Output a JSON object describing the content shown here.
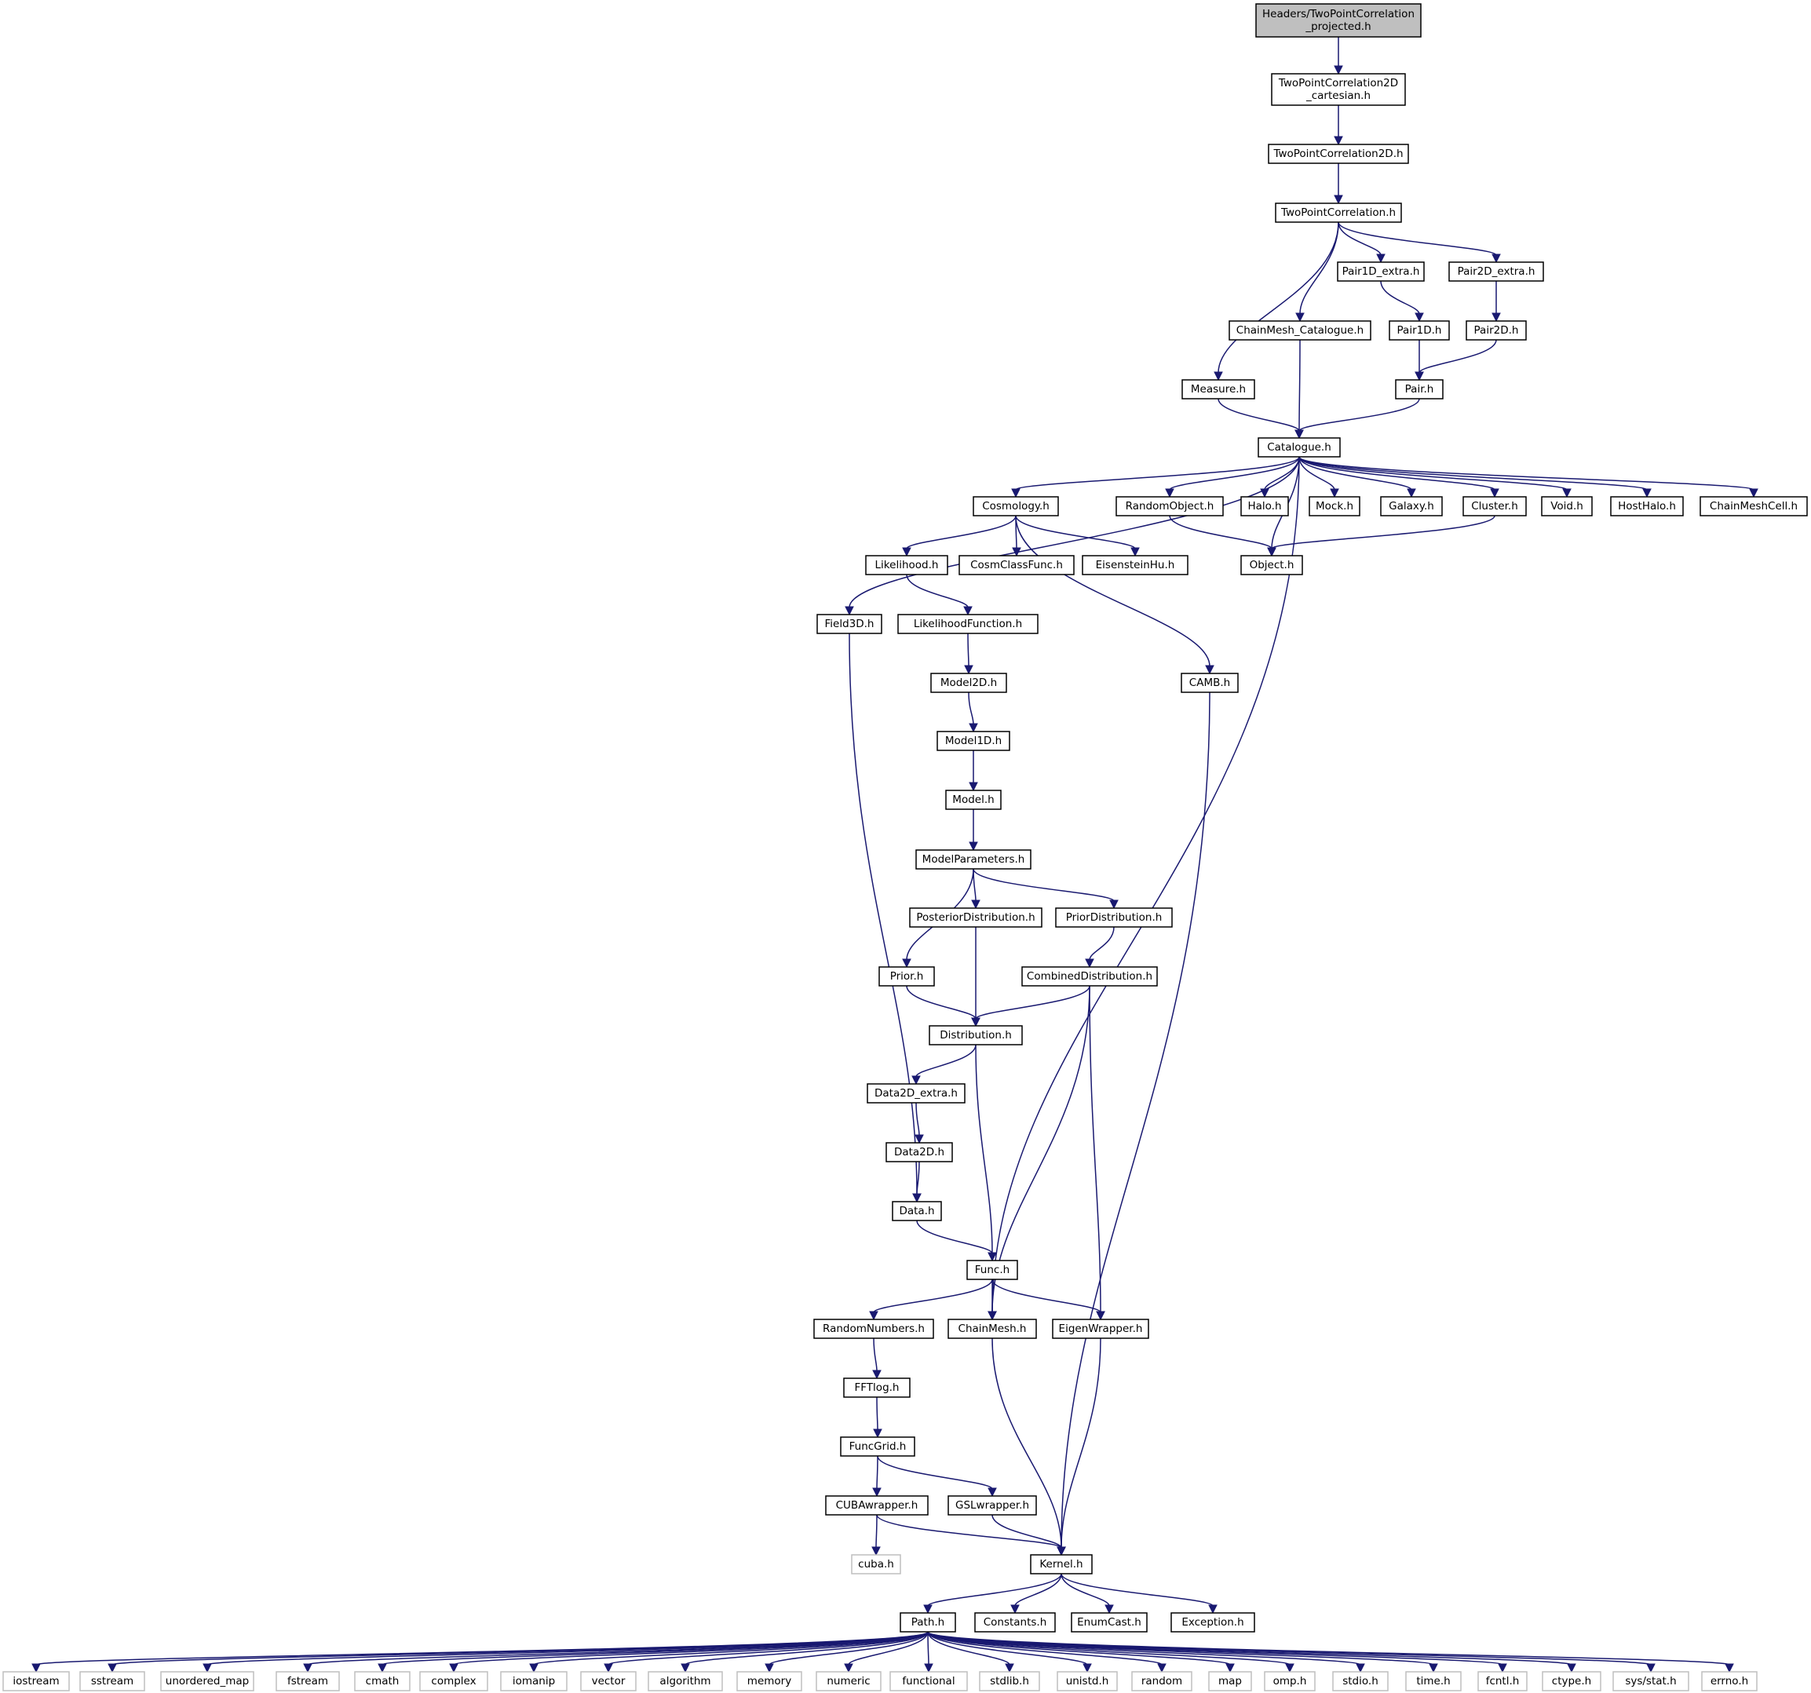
{
  "graph": {
    "root": "Headers/TwoPointCorrelation_projected.h",
    "nodes": [
      {
        "id": "root",
        "label": "Headers/TwoPointCorrelation\n_projected.h",
        "kind": "root"
      },
      {
        "id": "tpc2dc",
        "label": "TwoPointCorrelation2D\n_cartesian.h"
      },
      {
        "id": "tpc2d",
        "label": "TwoPointCorrelation2D.h"
      },
      {
        "id": "tpc",
        "label": "TwoPointCorrelation.h"
      },
      {
        "id": "p1dx",
        "label": "Pair1D_extra.h"
      },
      {
        "id": "p2dx",
        "label": "Pair2D_extra.h"
      },
      {
        "id": "cmcat",
        "label": "ChainMesh_Catalogue.h"
      },
      {
        "id": "p1d",
        "label": "Pair1D.h"
      },
      {
        "id": "p2d",
        "label": "Pair2D.h"
      },
      {
        "id": "measure",
        "label": "Measure.h"
      },
      {
        "id": "pair",
        "label": "Pair.h"
      },
      {
        "id": "catalogue",
        "label": "Catalogue.h"
      },
      {
        "id": "cosmology",
        "label": "Cosmology.h"
      },
      {
        "id": "randobj",
        "label": "RandomObject.h"
      },
      {
        "id": "halo",
        "label": "Halo.h"
      },
      {
        "id": "mock",
        "label": "Mock.h"
      },
      {
        "id": "galaxy",
        "label": "Galaxy.h"
      },
      {
        "id": "cluster",
        "label": "Cluster.h"
      },
      {
        "id": "void",
        "label": "Void.h"
      },
      {
        "id": "hosthalo",
        "label": "HostHalo.h"
      },
      {
        "id": "cmcell",
        "label": "ChainMeshCell.h"
      },
      {
        "id": "likelihood",
        "label": "Likelihood.h"
      },
      {
        "id": "cosmclass",
        "label": "CosmClassFunc.h"
      },
      {
        "id": "eisenstein",
        "label": "EisensteinHu.h"
      },
      {
        "id": "object",
        "label": "Object.h"
      },
      {
        "id": "field3d",
        "label": "Field3D.h"
      },
      {
        "id": "likefunc",
        "label": "LikelihoodFunction.h"
      },
      {
        "id": "camb",
        "label": "CAMB.h"
      },
      {
        "id": "model2d",
        "label": "Model2D.h"
      },
      {
        "id": "model1d",
        "label": "Model1D.h"
      },
      {
        "id": "model",
        "label": "Model.h"
      },
      {
        "id": "modelparams",
        "label": "ModelParameters.h"
      },
      {
        "id": "posterior",
        "label": "PosteriorDistribution.h"
      },
      {
        "id": "priordist",
        "label": "PriorDistribution.h"
      },
      {
        "id": "prior",
        "label": "Prior.h"
      },
      {
        "id": "combdist",
        "label": "CombinedDistribution.h"
      },
      {
        "id": "distribution",
        "label": "Distribution.h"
      },
      {
        "id": "data2dx",
        "label": "Data2D_extra.h"
      },
      {
        "id": "data2d",
        "label": "Data2D.h"
      },
      {
        "id": "data",
        "label": "Data.h"
      },
      {
        "id": "func",
        "label": "Func.h"
      },
      {
        "id": "randnum",
        "label": "RandomNumbers.h"
      },
      {
        "id": "chainmesh",
        "label": "ChainMesh.h"
      },
      {
        "id": "eigen",
        "label": "EigenWrapper.h"
      },
      {
        "id": "fftlog",
        "label": "FFTlog.h"
      },
      {
        "id": "funcgrid",
        "label": "FuncGrid.h"
      },
      {
        "id": "cuba",
        "label": "CUBAwrapper.h"
      },
      {
        "id": "gsl",
        "label": "GSLwrapper.h"
      },
      {
        "id": "cubah",
        "label": "cuba.h",
        "kind": "ext"
      },
      {
        "id": "kernel",
        "label": "Kernel.h"
      },
      {
        "id": "path",
        "label": "Path.h"
      },
      {
        "id": "constants",
        "label": "Constants.h"
      },
      {
        "id": "enumcast",
        "label": "EnumCast.h"
      },
      {
        "id": "exception",
        "label": "Exception.h"
      },
      {
        "id": "iostream",
        "label": "iostream",
        "kind": "ext"
      },
      {
        "id": "sstream",
        "label": "sstream",
        "kind": "ext"
      },
      {
        "id": "umap",
        "label": "unordered_map",
        "kind": "ext"
      },
      {
        "id": "fstream",
        "label": "fstream",
        "kind": "ext"
      },
      {
        "id": "cmath",
        "label": "cmath",
        "kind": "ext"
      },
      {
        "id": "complex",
        "label": "complex",
        "kind": "ext"
      },
      {
        "id": "iomanip",
        "label": "iomanip",
        "kind": "ext"
      },
      {
        "id": "vector",
        "label": "vector",
        "kind": "ext"
      },
      {
        "id": "algorithm",
        "label": "algorithm",
        "kind": "ext"
      },
      {
        "id": "memory",
        "label": "memory",
        "kind": "ext"
      },
      {
        "id": "numeric",
        "label": "numeric",
        "kind": "ext"
      },
      {
        "id": "functional",
        "label": "functional",
        "kind": "ext"
      },
      {
        "id": "stdlib",
        "label": "stdlib.h",
        "kind": "ext"
      },
      {
        "id": "unistd",
        "label": "unistd.h",
        "kind": "ext"
      },
      {
        "id": "random",
        "label": "random",
        "kind": "ext"
      },
      {
        "id": "map",
        "label": "map",
        "kind": "ext"
      },
      {
        "id": "omp",
        "label": "omp.h",
        "kind": "ext"
      },
      {
        "id": "stdio",
        "label": "stdio.h",
        "kind": "ext"
      },
      {
        "id": "time",
        "label": "time.h",
        "kind": "ext"
      },
      {
        "id": "fcntl",
        "label": "fcntl.h",
        "kind": "ext"
      },
      {
        "id": "ctype",
        "label": "ctype.h",
        "kind": "ext"
      },
      {
        "id": "sysstat",
        "label": "sys/stat.h",
        "kind": "ext"
      },
      {
        "id": "errno",
        "label": "errno.h",
        "kind": "ext"
      }
    ],
    "edges": [
      [
        "root",
        "tpc2dc"
      ],
      [
        "tpc2dc",
        "tpc2d"
      ],
      [
        "tpc2d",
        "tpc"
      ],
      [
        "tpc",
        "p1dx"
      ],
      [
        "tpc",
        "p2dx"
      ],
      [
        "tpc",
        "cmcat"
      ],
      [
        "tpc",
        "measure"
      ],
      [
        "p1dx",
        "p1d"
      ],
      [
        "p2dx",
        "p2d"
      ],
      [
        "p1d",
        "pair"
      ],
      [
        "p2d",
        "pair"
      ],
      [
        "cmcat",
        "catalogue"
      ],
      [
        "measure",
        "catalogue"
      ],
      [
        "pair",
        "catalogue"
      ],
      [
        "catalogue",
        "cosmology"
      ],
      [
        "catalogue",
        "randobj"
      ],
      [
        "catalogue",
        "halo"
      ],
      [
        "catalogue",
        "mock"
      ],
      [
        "catalogue",
        "galaxy"
      ],
      [
        "catalogue",
        "cluster"
      ],
      [
        "catalogue",
        "void"
      ],
      [
        "catalogue",
        "hosthalo"
      ],
      [
        "catalogue",
        "cmcell"
      ],
      [
        "catalogue",
        "object"
      ],
      [
        "catalogue",
        "field3d"
      ],
      [
        "catalogue",
        "chainmesh"
      ],
      [
        "randobj",
        "object"
      ],
      [
        "cluster",
        "object"
      ],
      [
        "cosmology",
        "likelihood"
      ],
      [
        "cosmology",
        "cosmclass"
      ],
      [
        "cosmology",
        "eisenstein"
      ],
      [
        "cosmology",
        "camb"
      ],
      [
        "likelihood",
        "likefunc"
      ],
      [
        "likefunc",
        "model2d"
      ],
      [
        "model2d",
        "model1d"
      ],
      [
        "model1d",
        "model"
      ],
      [
        "model",
        "modelparams"
      ],
      [
        "modelparams",
        "posterior"
      ],
      [
        "modelparams",
        "priordist"
      ],
      [
        "modelparams",
        "prior"
      ],
      [
        "priordist",
        "combdist"
      ],
      [
        "posterior",
        "distribution"
      ],
      [
        "prior",
        "distribution"
      ],
      [
        "combdist",
        "distribution"
      ],
      [
        "combdist",
        "chainmesh"
      ],
      [
        "combdist",
        "eigen"
      ],
      [
        "distribution",
        "data2dx"
      ],
      [
        "distribution",
        "func"
      ],
      [
        "data2dx",
        "data2d"
      ],
      [
        "data2d",
        "data"
      ],
      [
        "field3d",
        "data"
      ],
      [
        "data",
        "func"
      ],
      [
        "func",
        "randnum"
      ],
      [
        "func",
        "chainmesh"
      ],
      [
        "func",
        "eigen"
      ],
      [
        "randnum",
        "fftlog"
      ],
      [
        "fftlog",
        "funcgrid"
      ],
      [
        "funcgrid",
        "cuba"
      ],
      [
        "funcgrid",
        "gsl"
      ],
      [
        "cuba",
        "cubah"
      ],
      [
        "cuba",
        "kernel"
      ],
      [
        "gsl",
        "kernel"
      ],
      [
        "chainmesh",
        "kernel"
      ],
      [
        "eigen",
        "kernel"
      ],
      [
        "camb",
        "kernel"
      ],
      [
        "kernel",
        "path"
      ],
      [
        "kernel",
        "constants"
      ],
      [
        "kernel",
        "enumcast"
      ],
      [
        "kernel",
        "exception"
      ],
      [
        "path",
        "iostream"
      ],
      [
        "path",
        "sstream"
      ],
      [
        "path",
        "umap"
      ],
      [
        "path",
        "fstream"
      ],
      [
        "path",
        "cmath"
      ],
      [
        "path",
        "complex"
      ],
      [
        "path",
        "iomanip"
      ],
      [
        "path",
        "vector"
      ],
      [
        "path",
        "algorithm"
      ],
      [
        "path",
        "memory"
      ],
      [
        "path",
        "numeric"
      ],
      [
        "path",
        "functional"
      ],
      [
        "path",
        "stdlib"
      ],
      [
        "path",
        "unistd"
      ],
      [
        "path",
        "random"
      ],
      [
        "path",
        "map"
      ],
      [
        "path",
        "omp"
      ],
      [
        "path",
        "stdio"
      ],
      [
        "path",
        "time"
      ],
      [
        "path",
        "fcntl"
      ],
      [
        "path",
        "ctype"
      ],
      [
        "path",
        "sysstat"
      ],
      [
        "path",
        "errno"
      ]
    ]
  },
  "colors": {
    "edge": "#191970",
    "root_fill": "#bfbfbf",
    "ext_border": "#bfbfbf",
    "node_border": "#000000"
  }
}
